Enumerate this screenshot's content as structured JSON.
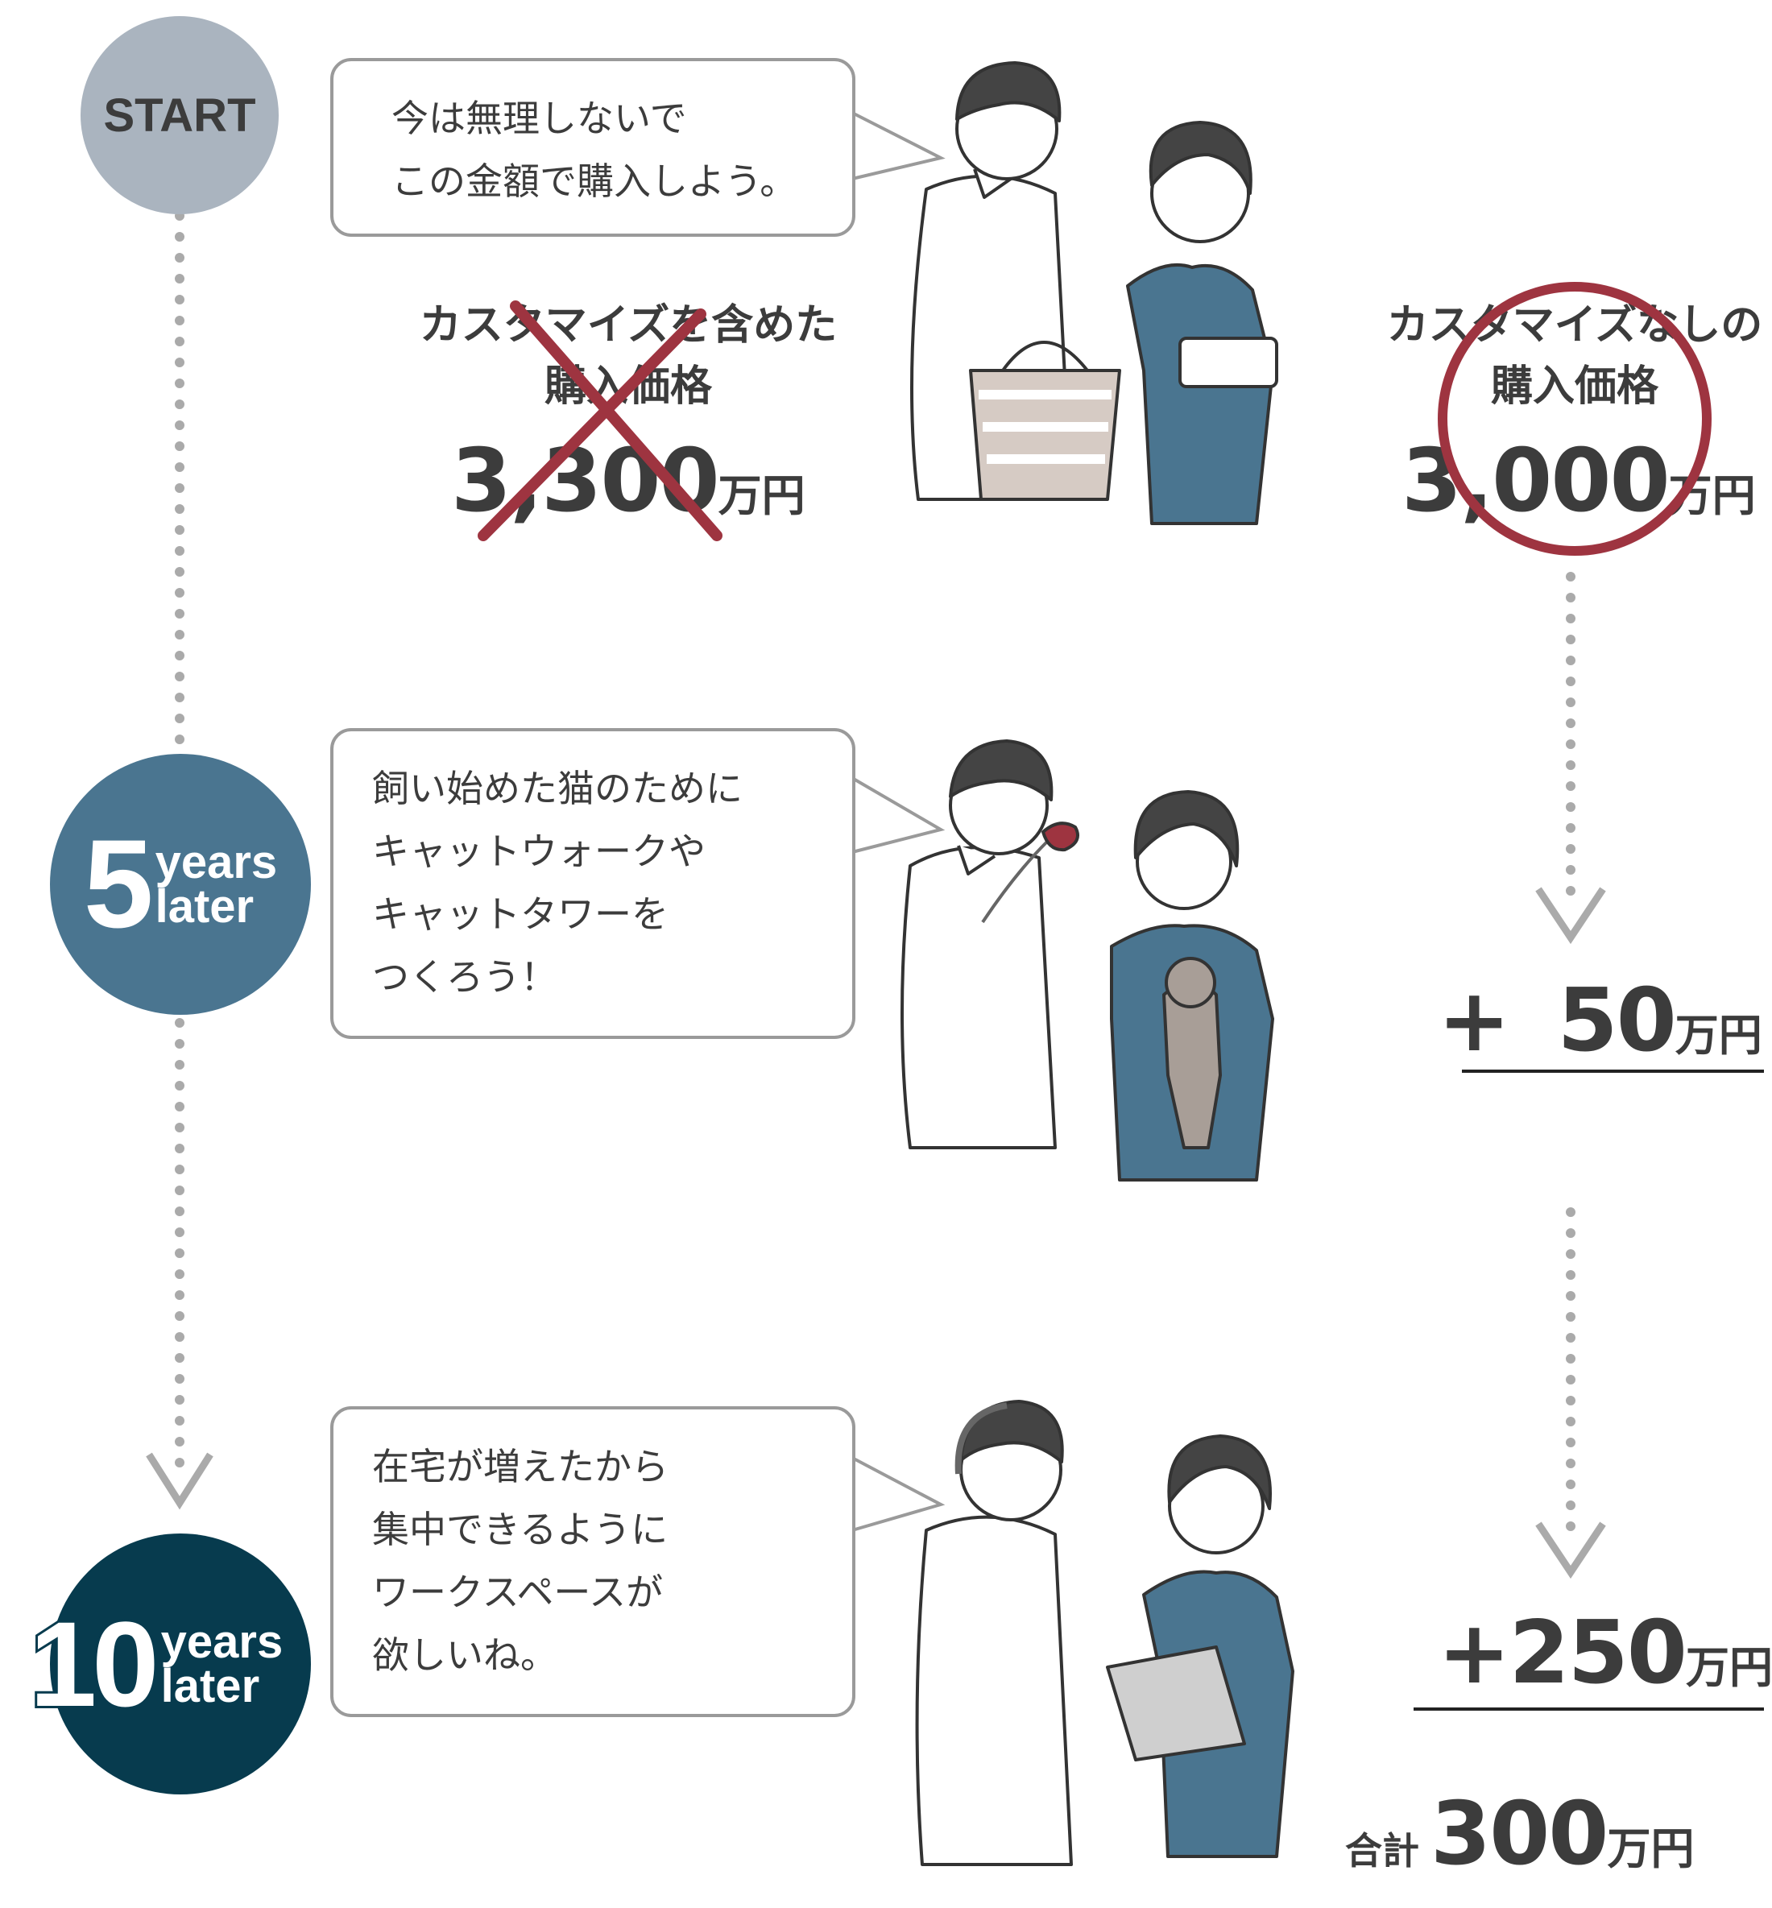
{
  "timeline": {
    "start_label": "START",
    "five": {
      "number": "5",
      "line1": "years",
      "line2": "later"
    },
    "ten": {
      "number": "10",
      "line1": "years",
      "line2": "later"
    }
  },
  "bubbles": {
    "first": [
      "今は無理しないで",
      "この金額で購入しよう。"
    ],
    "second": [
      "飼い始めた猫のために",
      "キャットウォークや",
      "キャットタワーを",
      "つくろう！"
    ],
    "third": [
      "在宅が増えたから",
      "集中できるように",
      "ワークスペースが",
      "欲しいね。"
    ]
  },
  "prices": {
    "custom": {
      "label1": "カスタマイズを含めた",
      "label2": "購入価格",
      "value": "3,300",
      "unit": "万円"
    },
    "base": {
      "label1": "カスタマイズなしの",
      "label2": "購入価格",
      "value": "3,000",
      "unit": "万円"
    },
    "add1": {
      "sign": "+",
      "value": "50",
      "unit": "万円"
    },
    "add2": {
      "sign": "+",
      "value": "250",
      "unit": "万円"
    },
    "total": {
      "label": "合計",
      "value": "300",
      "unit": "万円"
    }
  },
  "colors": {
    "start": "#aab4bf",
    "five": "#4a7590",
    "ten": "#073b4e",
    "cross": "#9e3440",
    "circle": "#9e3440",
    "shirt_blue": "#4a7590",
    "basket": "#d6cbc4"
  }
}
